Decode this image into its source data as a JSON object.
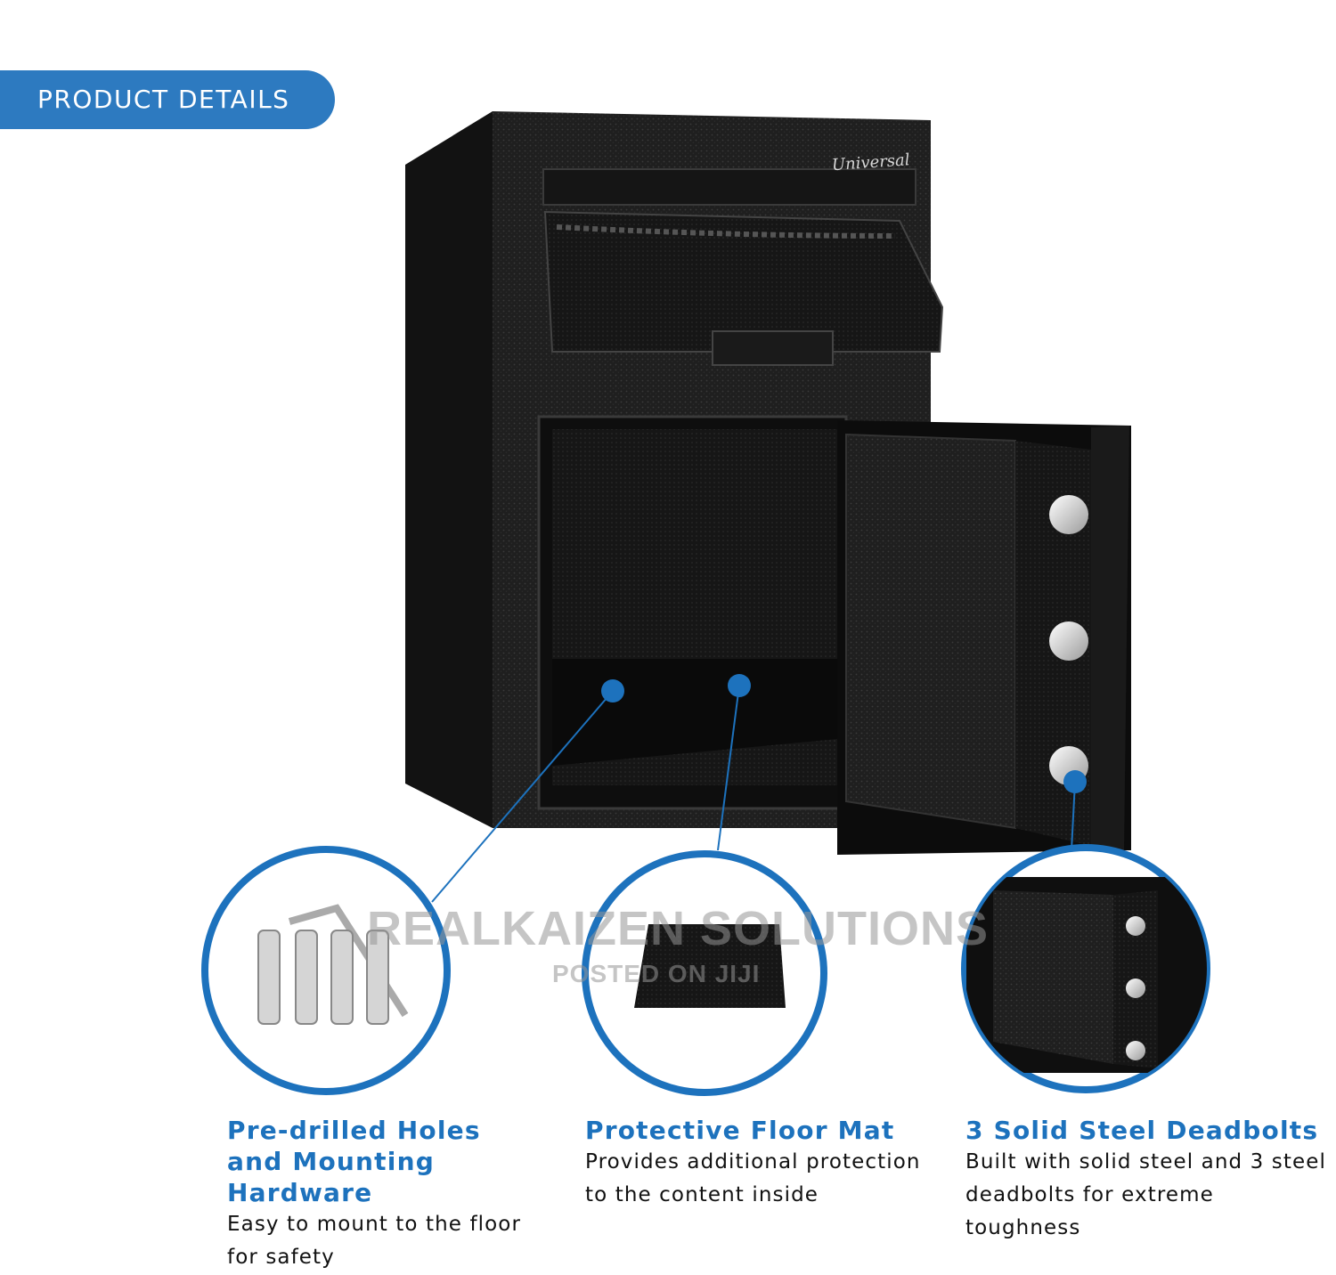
{
  "header": {
    "badge_label": "PRODUCT DETAILS"
  },
  "product": {
    "brand": "Universal"
  },
  "features": [
    {
      "title_lines": [
        "Pre-drilled Holes",
        "and Mounting",
        "Hardware"
      ],
      "text_lines": [
        "Easy to mount to the floor",
        "for safety"
      ],
      "icon": "anchor-bolts-and-hex-key"
    },
    {
      "title_lines": [
        "Protective Floor Mat"
      ],
      "text_lines": [
        "Provides additional protection",
        "to the content inside"
      ],
      "icon": "floor-mat"
    },
    {
      "title_lines": [
        "3 Solid Steel Deadbolts"
      ],
      "text_lines": [
        "Built with solid steel and 3 steel",
        "deadbolts for extreme toughness"
      ],
      "icon": "deadbolts-closeup"
    }
  ],
  "watermark": {
    "main": "REALKAIZEN SOLUTIONS",
    "sub": "POSTED ON JIJI"
  },
  "colors": {
    "accent": "#2d7ac0",
    "title_blue": "#1d72bd",
    "safe_body": "#1c1c1c"
  }
}
